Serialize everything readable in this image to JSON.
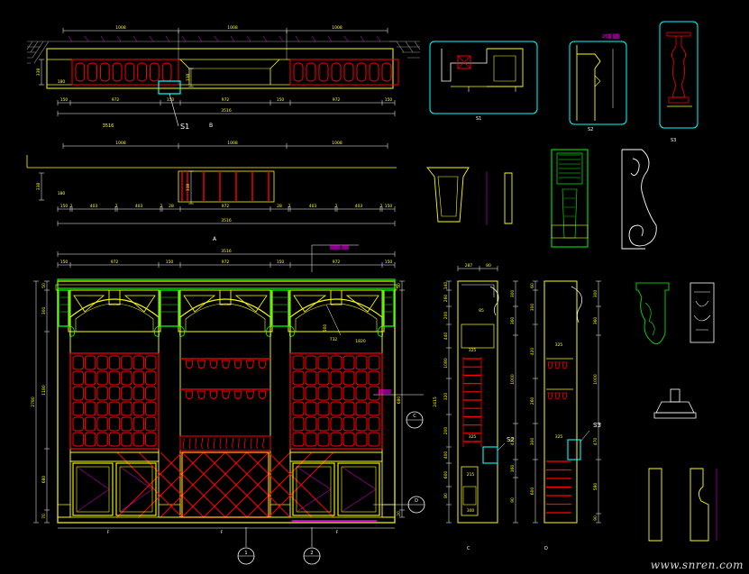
{
  "colors": {
    "background": "#000000",
    "yellow": "#ffff00",
    "red": "#ff0000",
    "green": "#00ff00",
    "cyan": "#00ffff",
    "white": "#ffffff",
    "magenta": "#ff00ff",
    "blue": "#4a6cff",
    "gray": "#9a9a9a"
  },
  "plan_b": {
    "title": "B",
    "dims_top": [
      "1008",
      "1008",
      "1008"
    ],
    "dims_bottom": [
      "150",
      "972",
      "150",
      "972",
      "150",
      "972",
      "150"
    ],
    "total": "3516",
    "left_height": "338",
    "left_depth": "180",
    "mid_depth": "338",
    "callout": "S1"
  },
  "plan_a": {
    "title": "A",
    "dims_top": [
      "1008",
      "1008",
      "1008"
    ],
    "dims_bottom": [
      "150",
      "2",
      "403",
      "2",
      "403",
      "2",
      "28",
      "972",
      "28",
      "2",
      "403",
      "2",
      "403",
      "2",
      "150"
    ],
    "total": "3516",
    "left_height": "338",
    "left_depth": "180"
  },
  "elevation": {
    "dims_top": [
      "150",
      "972",
      "150",
      "972",
      "150",
      "972",
      "150"
    ],
    "total": "3516",
    "height_total": "2780",
    "left_dims": [
      "50",
      "300",
      "1180",
      "680",
      "70"
    ],
    "right_dims": [
      "50",
      "680",
      "20"
    ],
    "inner_dims": [
      "500",
      "732",
      "1820"
    ],
    "grid_top": "1",
    "grid_bottom": "2"
  },
  "section_c": {
    "title": "C",
    "top_dims": [
      "287",
      "80"
    ],
    "left_dims": [
      "140",
      "260",
      "200",
      "440",
      "1080",
      "320",
      "200",
      "400",
      "600",
      "80"
    ],
    "right_dims": [
      "300",
      "360",
      "1000",
      "470",
      "160",
      "90"
    ],
    "inner_dims": [
      "85",
      "325",
      "215",
      "300",
      "325"
    ],
    "callout": "S2",
    "total": "2415"
  },
  "section_d": {
    "title": "D",
    "left_dims": [
      "60",
      "300",
      "420",
      "260",
      "300",
      "600"
    ],
    "right_dims": [
      "300",
      "360",
      "1000",
      "470",
      "580",
      "90"
    ],
    "inner_dims": [
      "325",
      "325"
    ],
    "callout": "S3"
  },
  "detail_titles": {
    "s1": "S1",
    "s2": "S2",
    "s3": "S3"
  },
  "watermark": "www.snren.com"
}
